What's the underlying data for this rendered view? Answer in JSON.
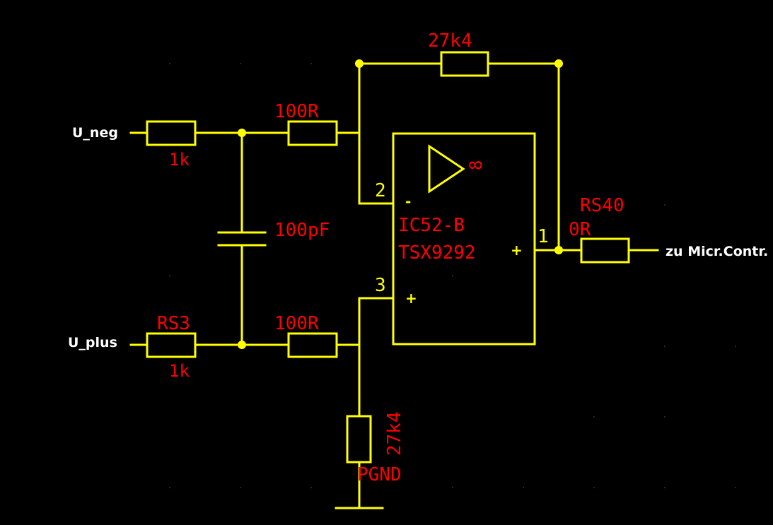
{
  "colors": {
    "background": "#000000",
    "wire": "#ffff00",
    "designator": "#ff0000",
    "net_label": "#ffffff"
  },
  "net_labels": {
    "u_neg": "U_neg",
    "u_plus": "U_plus",
    "output": "zu Micr.Contr."
  },
  "components": {
    "r_in_neg": {
      "value": "1k"
    },
    "r_in_plus": {
      "name": "RS3",
      "value": "1k"
    },
    "r_series_neg": {
      "value": "100R"
    },
    "r_series_plus": {
      "value": "100R"
    },
    "capacitor": {
      "value": "100pF"
    },
    "r_feedback": {
      "value": "27k4"
    },
    "r_ground": {
      "value": "27k4"
    },
    "r_output": {
      "name": "RS40",
      "value": "0R"
    },
    "opamp": {
      "name": "IC52-B",
      "part": "TSX9292",
      "pin_inv": "2",
      "pin_noninv": "3",
      "pin_out": "1",
      "unit_glyph": "8",
      "minus_sign": "-",
      "plus_in_sign": "+",
      "plus_out_sign": "+"
    },
    "ground": {
      "label": "PGND"
    }
  }
}
